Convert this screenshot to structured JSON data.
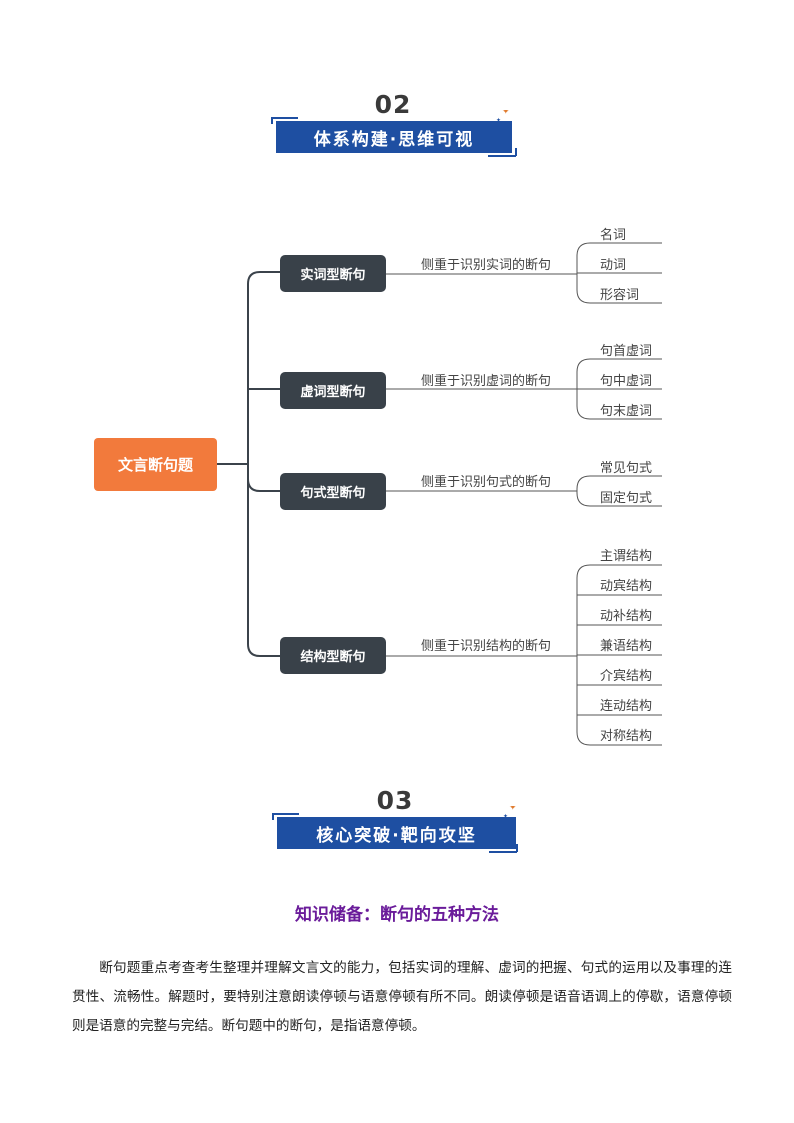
{
  "section2": {
    "number": "02",
    "banner": "体系构建·思维可视"
  },
  "mindmap": {
    "root": "文言断句题",
    "branches": [
      {
        "label": "实词型断句",
        "desc": "侧重于识别实词的断句",
        "leaves": [
          "名词",
          "动词",
          "形容词"
        ]
      },
      {
        "label": "虚词型断句",
        "desc": "侧重于识别虚词的断句",
        "leaves": [
          "句首虚词",
          "句中虚词",
          "句末虚词"
        ]
      },
      {
        "label": "句式型断句",
        "desc": "侧重于识别句式的断句",
        "leaves": [
          "常见句式",
          "固定句式"
        ]
      },
      {
        "label": "结构型断句",
        "desc": "侧重于识别结构的断句",
        "leaves": [
          "主谓结构",
          "动宾结构",
          "动补结构",
          "兼语结构",
          "介宾结构",
          "连动结构",
          "对称结构"
        ]
      }
    ]
  },
  "section3": {
    "number": "03",
    "banner": "核心突破·靶向攻坚"
  },
  "knowledge": {
    "title": "知识储备：断句的五种方法",
    "paragraph": "断句题重点考查考生整理并理解文言文的能力，包括实词的理解、虚词的把握、句式的运用以及事理的连贯性、流畅性。解题时，要特别注意朗读停顿与语意停顿有所不同。朗读停顿是语音语调上的停歇，语意停顿则是语意的完整与完结。断句题中的断句，是指语意停顿。"
  },
  "colors": {
    "banner": "#1e4fa2",
    "root": "#f27a3c",
    "category": "#394149",
    "title": "#6a1b9a"
  }
}
